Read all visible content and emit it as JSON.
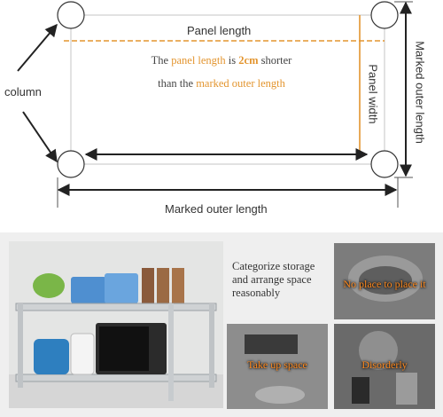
{
  "diagram": {
    "panel_length_label": "Panel length",
    "panel_width_label": "Panel width",
    "column_label": "column",
    "outer_length_bottom_label": "Marked outer length",
    "outer_length_side_label": "Marked outer length",
    "note": {
      "line1_a": "The ",
      "line1_b": "panel length",
      "line1_c": " is ",
      "line1_d": "2cm",
      "line1_e": " shorter",
      "line2_a": "than the ",
      "line2_b": "marked outer length"
    },
    "colors": {
      "accent": "#e3952f",
      "line": "#222222"
    }
  },
  "gallery": {
    "description_lines": [
      "Categorize storage",
      "and arrange space",
      "reasonably"
    ],
    "thumbs": [
      {
        "caption": "No place to place it"
      },
      {
        "caption": "Take up space"
      },
      {
        "caption": "Disorderly"
      }
    ]
  }
}
